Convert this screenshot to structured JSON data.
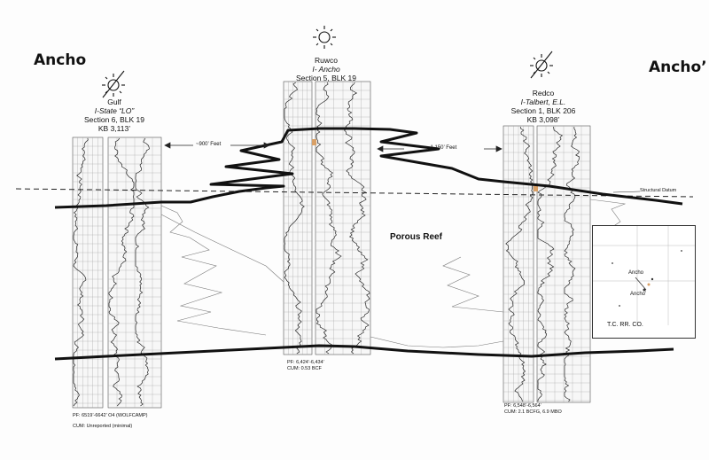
{
  "field_left": "Ancho",
  "field_right": "Ancho’",
  "wells": [
    {
      "operator": "Gulf",
      "name": "I-State “LO”",
      "location": "Section 6, BLK 19",
      "kb": "KB 3,113’",
      "perf": "PF: 6519’-6642’ O4 (WOLFCAMP)",
      "cum": "CUM:  Unreported (minimal)"
    },
    {
      "operator": "Ruwco",
      "name": "I- Ancho",
      "location": "Section 5, BLK 19",
      "kb": "",
      "perf": "PF: 6,424’-6,434’",
      "cum": "CUM: 0.53 BCF"
    },
    {
      "operator": "Redco",
      "name": "I-Talbert, E.L.",
      "location": "Section 1, BLK 206",
      "kb": "KB 3,098’",
      "perf": "PF: 6,548’-6,564’",
      "cum": "CUM: 2.1 BCFG, 6.9 MBO"
    }
  ],
  "spacing": [
    "~900’ Feet",
    "~1,150’ Feet"
  ],
  "structural_datum": "Structural Datum",
  "reef_label": "Porous Reef",
  "map": {
    "label1": "Ancho",
    "label2": "Ancho’",
    "company": "T.C. RR. CO."
  },
  "colors": {
    "line": "#1a1a1a",
    "log": "#444444",
    "marker": "#d9a066"
  },
  "icons": [
    "gas-well-icon"
  ]
}
